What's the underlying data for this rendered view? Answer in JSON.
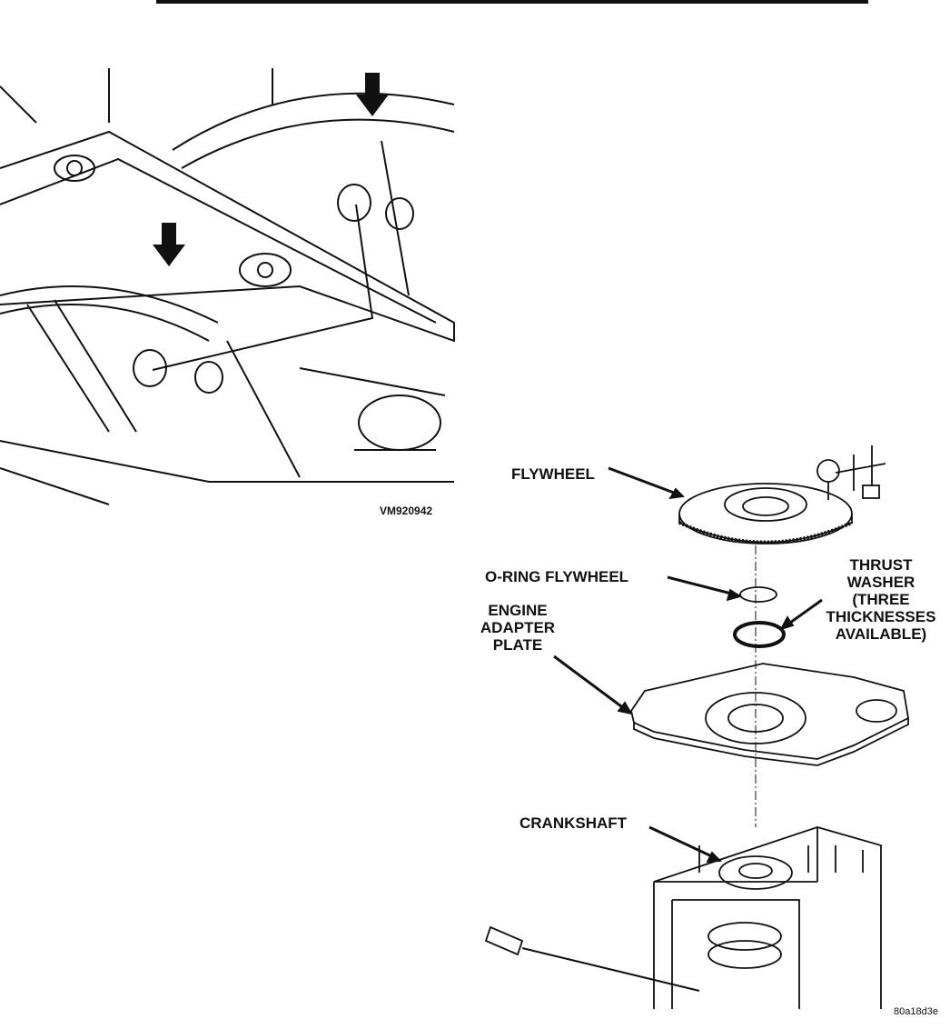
{
  "figure1": {
    "code": "VM920942",
    "icons": [
      "down-arrow-icon",
      "down-arrow-icon"
    ]
  },
  "figure2": {
    "code": "80a18d3e",
    "labels": {
      "flywheel": "FLYWHEEL",
      "o_ring": "O-RING FLYWHEEL",
      "thrust_washer": [
        "THRUST",
        "WASHER",
        "(THREE",
        "THICKNESSES",
        "AVAILABLE)"
      ],
      "adapter_plate": [
        "ENGINE",
        "ADAPTER",
        "PLATE"
      ],
      "crankshaft": "CRANKSHAFT"
    }
  }
}
